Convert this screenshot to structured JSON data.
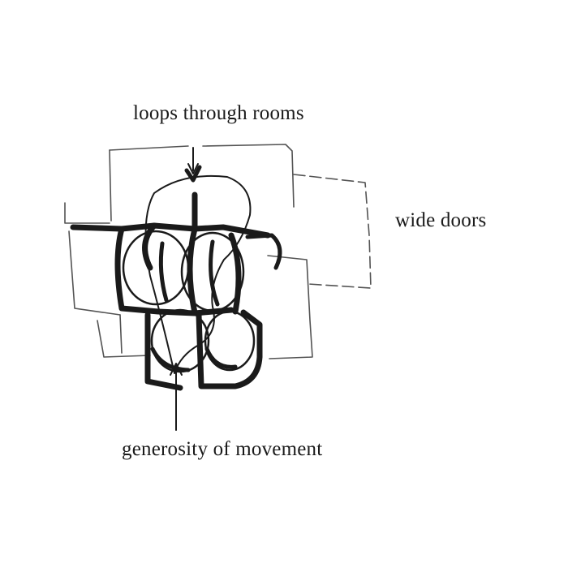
{
  "labels": {
    "loops": "loops through rooms",
    "wide_doors": "wide doors",
    "generosity": "generosity of movement"
  },
  "colors": {
    "ink": "#1a1a1a",
    "paper": "#ffffff"
  }
}
